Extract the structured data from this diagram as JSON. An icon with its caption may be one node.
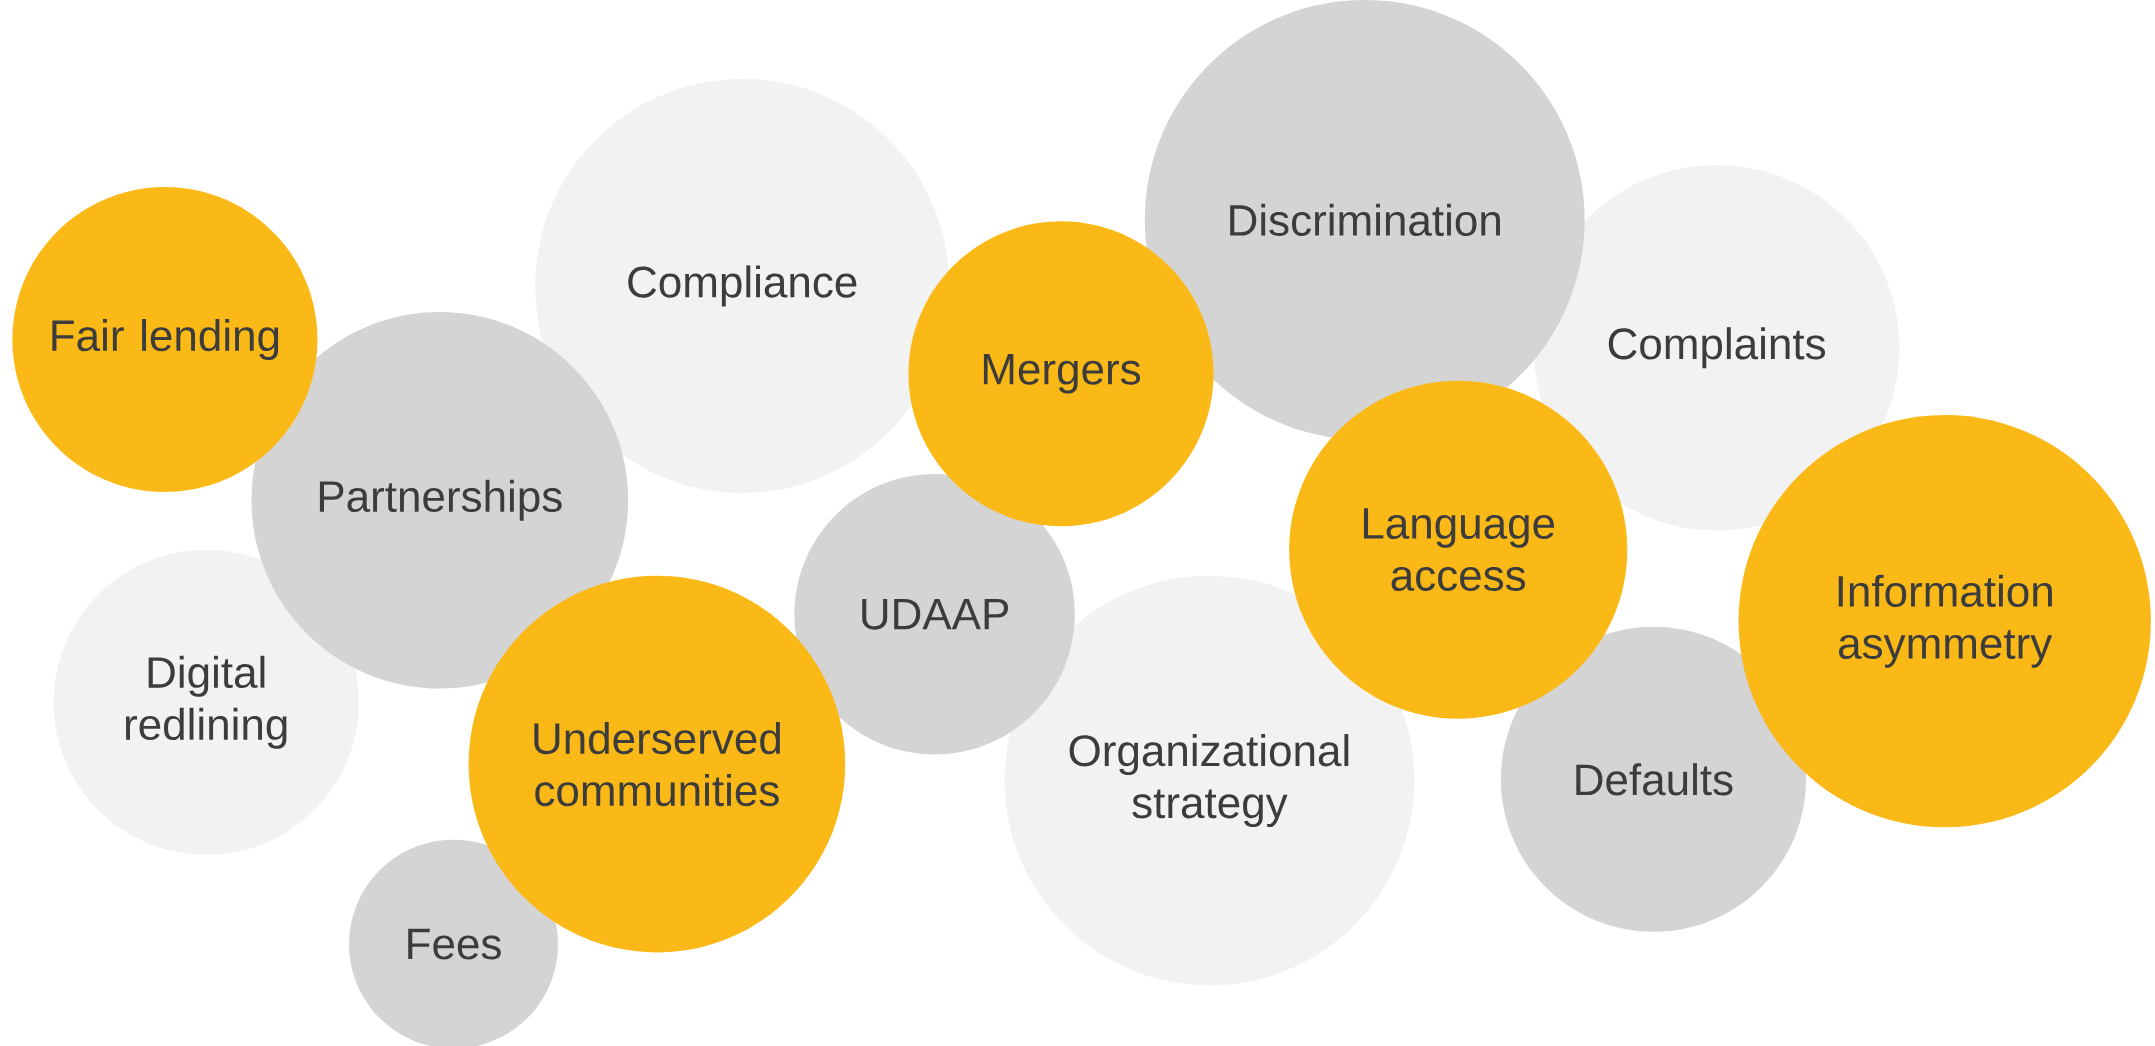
{
  "diagram": {
    "nodes": [
      {
        "text": [
          "Discrimination"
        ]
      },
      {
        "text": [
          "Compliance"
        ]
      },
      {
        "text": [
          "Fair lending"
        ]
      },
      {
        "text": [
          "Complaints"
        ]
      },
      {
        "text": [
          "Mergers"
        ]
      },
      {
        "text": [
          "Partnerships"
        ]
      },
      {
        "text": [
          "Language access"
        ]
      },
      {
        "text": [
          "UDAAP"
        ]
      },
      {
        "text": [
          "Information asymmetry"
        ]
      },
      {
        "text": [
          "Digital redlining"
        ]
      },
      {
        "text": [
          "Underserved communities"
        ]
      },
      {
        "text": [
          "Organizational strategy"
        ]
      },
      {
        "text": [
          "Defaults"
        ]
      },
      {
        "text": [
          "Fees"
        ]
      }
    ]
  }
}
